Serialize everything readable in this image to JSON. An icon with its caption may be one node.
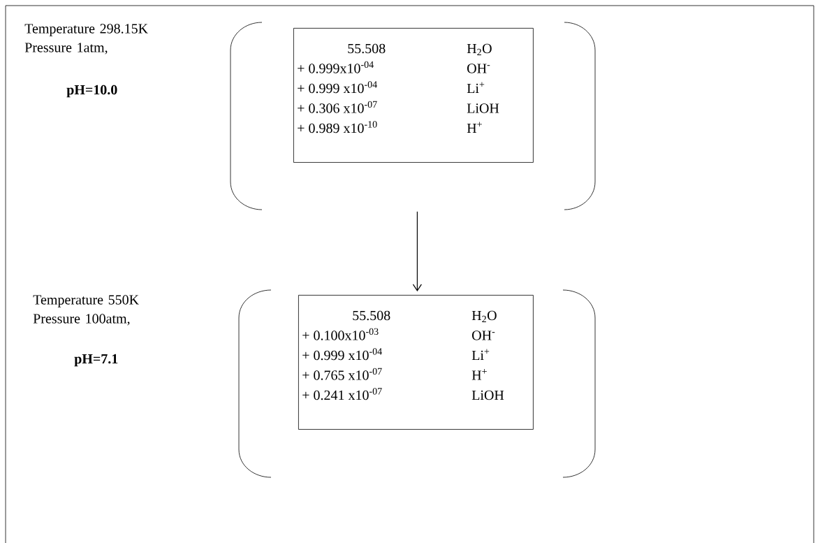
{
  "diagram": {
    "nodes": [
      {
        "text": [
          "55.508",
          "H$_{2}$O",
          "+ 0.999x10$^{-04}$",
          "OH$^{-}$",
          "+ 0.999 x10$^{-04}$",
          "Li$^{+}$",
          "+ 0.306 x10$^{-07}$",
          "LiOH",
          "+ 0.989 x10$^{-10}$",
          "H$^{+}$"
        ],
        "beside": [
          "Temperature 298.15K Pressure 1atm,",
          "pH=10.0"
        ]
      },
      {
        "text": [
          "55.508",
          "H$_{2}$O",
          "+ 0.100x10$^{-03}$",
          "OH$^{-}$",
          "+ 0.999 x10$^{-04}$",
          "Li$^{+}$",
          "+ 0.765 x10$^{-07}$",
          "H$^{+}$",
          "+ 0.241 x10$^{-07}$",
          "LiOH"
        ],
        "beside": [
          "Temperature 550K Pressure 100atm,",
          "pH=7.1"
        ]
      }
    ],
    "edges": [
      {
        "from": 0,
        "to": 1,
        "arrow": "to"
      }
    ]
  }
}
